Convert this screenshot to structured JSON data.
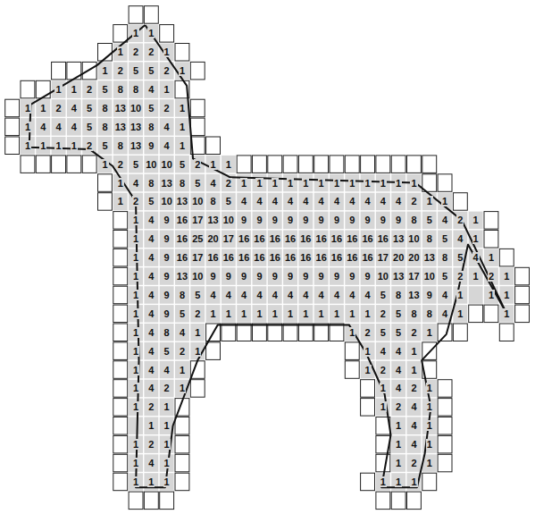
{
  "diagram": {
    "labels": [
      "1",
      "1",
      "1",
      "2",
      "2",
      "1",
      "1",
      "2",
      "5",
      "5",
      "2",
      "1",
      "1",
      "1",
      "2",
      "5",
      "8",
      "8",
      "4",
      "1",
      "1",
      "1",
      "2",
      "4",
      "5",
      "8",
      "13",
      "10",
      "5",
      "2",
      "1",
      "1",
      "4",
      "4",
      "4",
      "5",
      "8",
      "13",
      "13",
      "8",
      "4",
      "1",
      "1",
      "1",
      "1",
      "1",
      "2",
      "5",
      "8",
      "13",
      "9",
      "4",
      "1",
      "1",
      "2",
      "5",
      "10",
      "10",
      "5",
      "2",
      "1",
      "1",
      "1",
      "4",
      "8",
      "13",
      "8",
      "5",
      "4",
      "2",
      "1",
      "1",
      "1",
      "1",
      "1",
      "1",
      "1",
      "1",
      "1",
      "1",
      "1",
      "1",
      "1",
      "2",
      "5",
      "10",
      "13",
      "10",
      "8",
      "5",
      "4",
      "4",
      "4",
      "4",
      "4",
      "4",
      "4",
      "4",
      "4",
      "4",
      "4",
      "2",
      "1",
      "1",
      "1",
      "4",
      "9",
      "16",
      "17",
      "13",
      "10",
      "9",
      "9",
      "9",
      "9",
      "9",
      "9",
      "9",
      "9",
      "9",
      "9",
      "9",
      "8",
      "5",
      "4",
      "2",
      "1",
      "1",
      "4",
      "9",
      "16",
      "25",
      "20",
      "17",
      "16",
      "16",
      "16",
      "16",
      "16",
      "16",
      "16",
      "16",
      "16",
      "16",
      "13",
      "10",
      "8",
      "5",
      "4",
      "1",
      "1",
      "4",
      "9",
      "16",
      "17",
      "16",
      "16",
      "16",
      "16",
      "16",
      "16",
      "16",
      "16",
      "16",
      "16",
      "16",
      "17",
      "20",
      "20",
      "13",
      "8",
      "5",
      "4",
      "1",
      "1",
      "4",
      "9",
      "13",
      "10",
      "9",
      "9",
      "9",
      "9",
      "9",
      "9",
      "9",
      "9",
      "9",
      "9",
      "9",
      "10",
      "13",
      "17",
      "10",
      "5",
      "2",
      "1",
      "2",
      "1",
      "1",
      "4",
      "9",
      "8",
      "5",
      "4",
      "4",
      "4",
      "4",
      "4",
      "4",
      "4",
      "4",
      "4",
      "4",
      "4",
      "5",
      "8",
      "13",
      "9",
      "4",
      "1",
      "1",
      "1",
      "1",
      "4",
      "9",
      "5",
      "2",
      "1",
      "1",
      "1",
      "1",
      "1",
      "1",
      "1",
      "1",
      "1",
      "1",
      "1",
      "2",
      "5",
      "8",
      "8",
      "4",
      "1",
      "1",
      "1",
      "4",
      "8",
      "4",
      "1",
      "1",
      "2",
      "5",
      "5",
      "2",
      "1",
      "1",
      "4",
      "5",
      "2",
      "1",
      "1",
      "4",
      "4",
      "1",
      "1",
      "4",
      "4",
      "1",
      "1",
      "2",
      "4",
      "1",
      "1",
      "4",
      "2",
      "1",
      "1",
      "4",
      "2",
      "1",
      "1",
      "2",
      "1",
      "1",
      "2",
      "4",
      "1",
      "1",
      "1",
      "1",
      "4",
      "1",
      "1",
      "2",
      "1",
      "1",
      "4",
      "1",
      "1",
      "4",
      "1",
      "1",
      "2",
      "1",
      "1",
      "1",
      "1",
      "1",
      "1",
      "1"
    ]
  }
}
